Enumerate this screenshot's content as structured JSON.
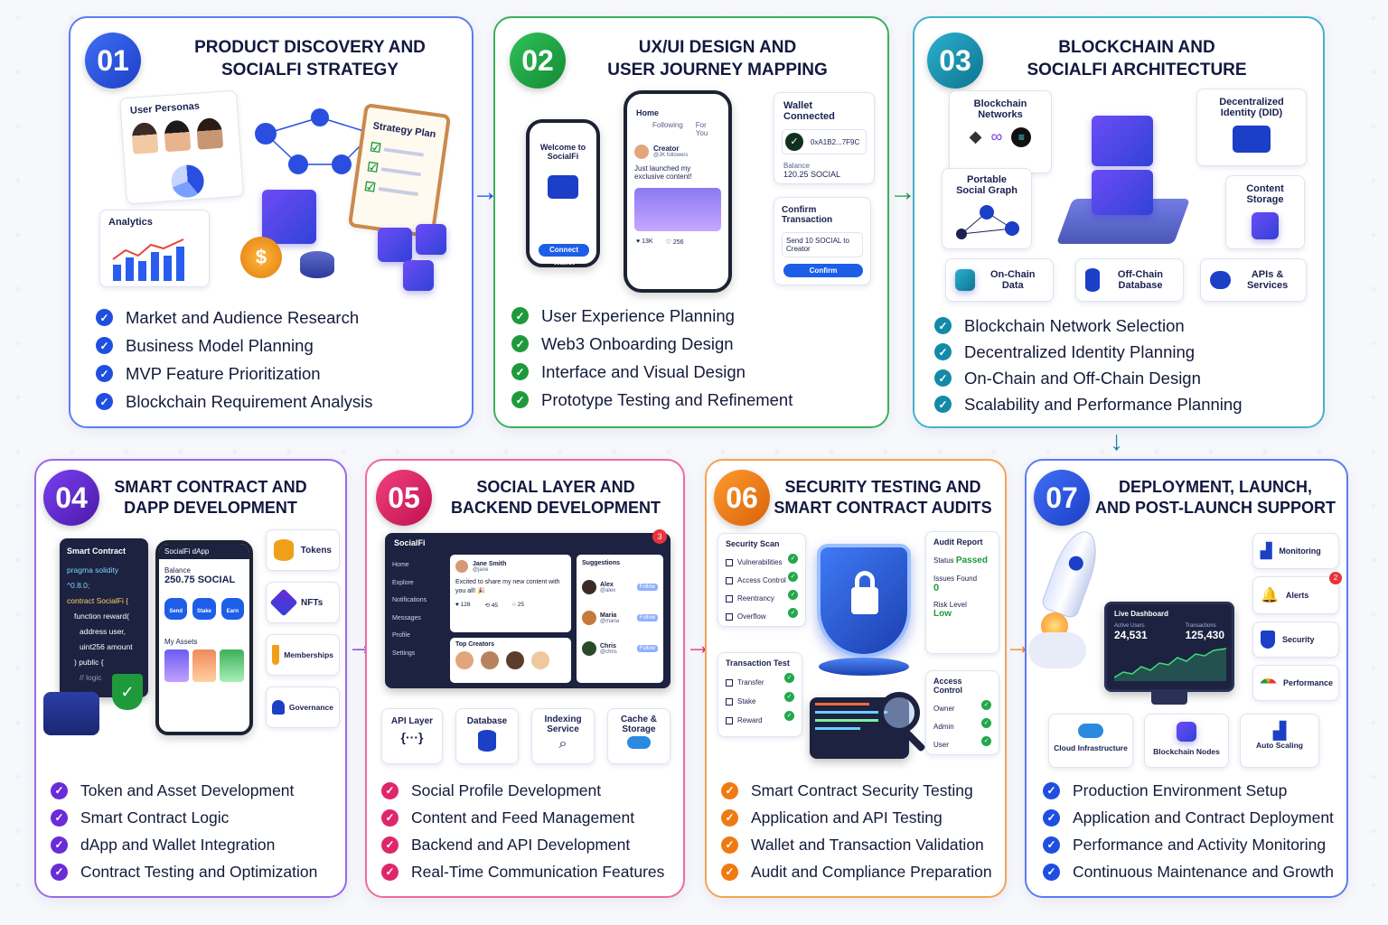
{
  "steps": [
    {
      "num": "01",
      "title_1": "PRODUCT DISCOVERY AND",
      "title_2": "SOCIALFI STRATEGY",
      "bullets": [
        "Market and Audience Research",
        "Business Model Planning",
        "MVP Feature Prioritization",
        "Blockchain Requirement Analysis"
      ],
      "labels": {
        "personas": "User Personas",
        "analytics": "Analytics",
        "strategy": "Strategy Plan"
      }
    },
    {
      "num": "02",
      "title_1": "UX/UI DESIGN AND",
      "title_2": "USER JOURNEY MAPPING",
      "bullets": [
        "User Experience Planning",
        "Web3 Onboarding Design",
        "Interface and Visual Design",
        "Prototype Testing and Refinement"
      ],
      "labels": {
        "welcome": "Welcome to SocialFi",
        "connect_wallet": "Connect Wallet",
        "home": "Home",
        "following": "Following",
        "for_you": "For You",
        "creator": "Creator",
        "creator_handle": "@JK followers",
        "post": "Just launched my exclusive content!",
        "likes": "13K",
        "comments": "256",
        "wallet_connected": "Wallet Connected",
        "address": "0xA1B2...7F9C",
        "balance_label": "Balance",
        "balance": "120.25 SOCIAL",
        "confirm_tx": "Confirm Transaction",
        "send": "Send 10 SOCIAL to Creator",
        "confirm": "Confirm"
      }
    },
    {
      "num": "03",
      "title_1": "BLOCKCHAIN AND",
      "title_2": "SOCIALFI ARCHITECTURE",
      "bullets": [
        "Blockchain Network Selection",
        "Decentralized Identity Planning",
        "On-Chain and Off-Chain Design",
        "Scalability and Performance Planning"
      ],
      "labels": {
        "networks": "Blockchain Networks",
        "did": "Decentralized Identity (DID)",
        "graph": "Portable Social Graph",
        "content": "Content Storage",
        "onchain": "On-Chain Data",
        "offchain": "Off-Chain Database",
        "apis": "APIs & Services"
      }
    },
    {
      "num": "04",
      "title_1": "SMART CONTRACT AND",
      "title_2": "DAPP DEVELOPMENT",
      "bullets": [
        "Token and Asset Development",
        "Smart Contract Logic",
        "dApp and Wallet Integration",
        "Contract Testing and Optimization"
      ],
      "labels": {
        "smart_contract": "Smart Contract",
        "code": [
          "pragma solidity ^0.8.0;",
          "contract SocialFi {",
          "function reward(",
          "address user,",
          "uint256 amount",
          ") public {",
          "// logic",
          "}",
          "}"
        ],
        "dapp": "SocialFi dApp",
        "balance_label": "Balance",
        "balance": "250.75 SOCIAL",
        "send": "Send",
        "stake": "Stake",
        "earn": "Earn",
        "assets": "My Assets",
        "tokens": "Tokens",
        "nfts": "NFTs",
        "memberships": "Memberships",
        "governance": "Governance"
      }
    },
    {
      "num": "05",
      "title_1": "SOCIAL LAYER AND",
      "title_2": "BACKEND DEVELOPMENT",
      "bullets": [
        "Social Profile Development",
        "Content and Feed Management",
        "Backend and API Development",
        "Real-Time Communication Features"
      ],
      "labels": {
        "app": "SocialFi",
        "badge": "3",
        "nav": [
          "Home",
          "Explore",
          "Notifications",
          "Messages",
          "Profile",
          "Settings"
        ],
        "user": "Jane Smith",
        "handle": "@jane",
        "post": "Excited to share my new content with you all! 🎉",
        "likes": "128",
        "shares": "45",
        "comments": "25",
        "suggestions": "Suggestions",
        "people": [
          {
            "name": "Alex",
            "handle": "@alex"
          },
          {
            "name": "Maria",
            "handle": "@maria"
          },
          {
            "name": "Chris",
            "handle": "@chris"
          }
        ],
        "follow": "Follow",
        "top_creators": "Top Creators",
        "api": "API Layer",
        "database": "Database",
        "indexing": "Indexing Service",
        "cache": "Cache & Storage"
      }
    },
    {
      "num": "06",
      "title_1": "SECURITY TESTING AND",
      "title_2": "SMART CONTRACT AUDITS",
      "bullets": [
        "Smart Contract Security Testing",
        "Application and API Testing",
        "Wallet and Transaction Validation",
        "Audit and Compliance Preparation"
      ],
      "labels": {
        "scan": "Security Scan",
        "scan_items": [
          "Vulnerabilities",
          "Access Control",
          "Reentrancy",
          "Overflow"
        ],
        "tx_test": "Transaction Test",
        "tx_items": [
          "Transfer",
          "Stake",
          "Reward"
        ],
        "audit": "Audit Report",
        "status_label": "Status",
        "status": "Passed",
        "issues_label": "Issues Found",
        "issues": "0",
        "risk_label": "Risk Level",
        "risk": "Low",
        "access": "Access Control",
        "access_items": [
          "Owner",
          "Admin",
          "User"
        ]
      }
    },
    {
      "num": "07",
      "title_1": "DEPLOYMENT, LAUNCH,",
      "title_2": "AND POST-LAUNCH SUPPORT",
      "bullets": [
        "Production Environment Setup",
        "Application and Contract Deployment",
        "Performance and Activity Monitoring",
        "Continuous Maintenance and Growth"
      ],
      "labels": {
        "dashboard": "Live Dashboard",
        "active_label": "Active Users",
        "active": "24,531",
        "tx_label": "Transactions",
        "tx": "125,430",
        "monitoring": "Monitoring",
        "alerts": "Alerts",
        "alerts_badge": "2",
        "security": "Security",
        "performance": "Performance",
        "cloud": "Cloud Infrastructure",
        "nodes": "Blockchain Nodes",
        "scaling": "Auto Scaling"
      }
    }
  ],
  "colors": {
    "s1": "#1f4fe0",
    "s2": "#1e9a3c",
    "s3": "#138aa8",
    "s4": "#6a2bd8",
    "s5": "#e0266b",
    "s6": "#f07a12",
    "s7": "#1f4fe0"
  }
}
